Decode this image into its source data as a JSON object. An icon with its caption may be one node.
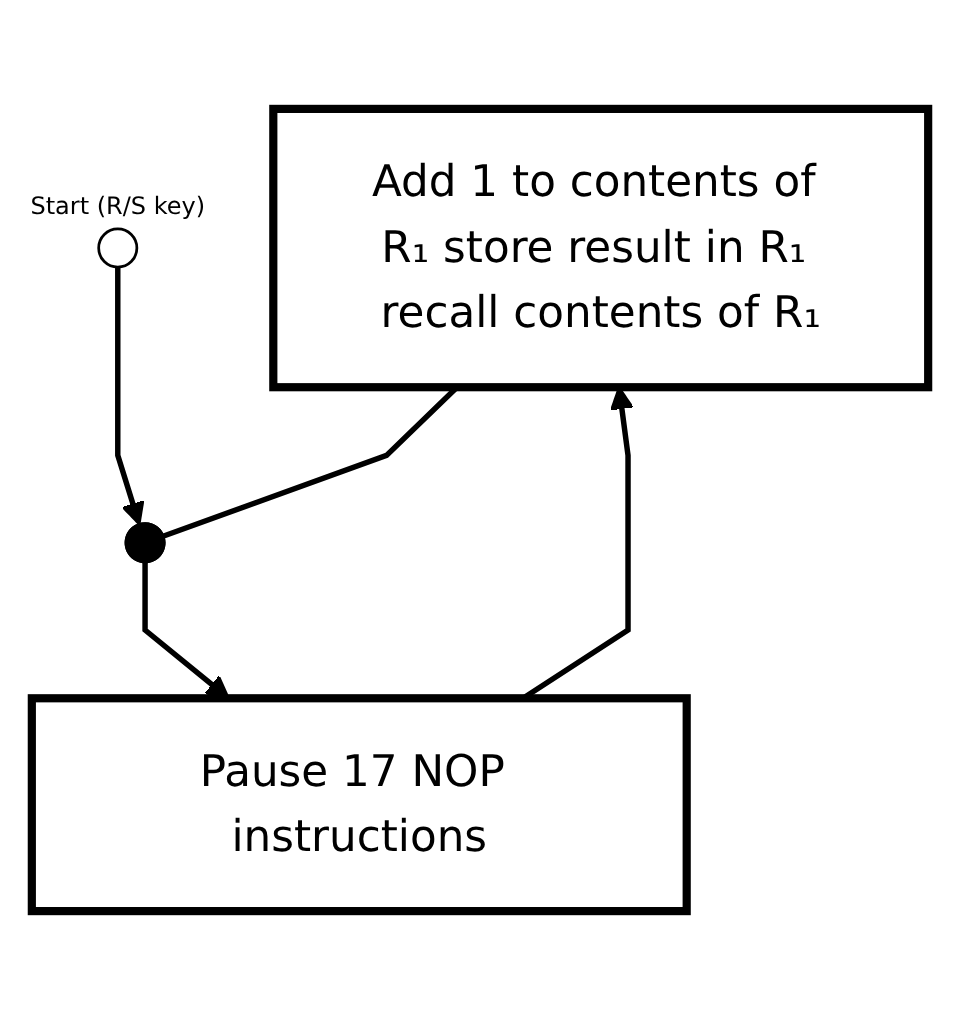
{
  "diagram": {
    "nodes": [
      {
        "text": [],
        "shape": "circle",
        "beside": [
          "Start (R/S key)"
        ]
      },
      {
        "text": [
          "Add 1 to contents of R₁ store result in R₁ recall contents of R₁"
        ]
      },
      {
        "text": [],
        "shape": "dot"
      },
      {
        "text": [
          "Pause 17 NOP instructions"
        ]
      }
    ],
    "edges": [
      {
        "from": 0,
        "to": 2,
        "arrow": "to"
      },
      {
        "from": 1,
        "to": 2,
        "arrow": "none"
      },
      {
        "from": 2,
        "to": 3,
        "arrow": "to"
      },
      {
        "from": 3,
        "to": 1,
        "arrow": "to"
      }
    ]
  }
}
